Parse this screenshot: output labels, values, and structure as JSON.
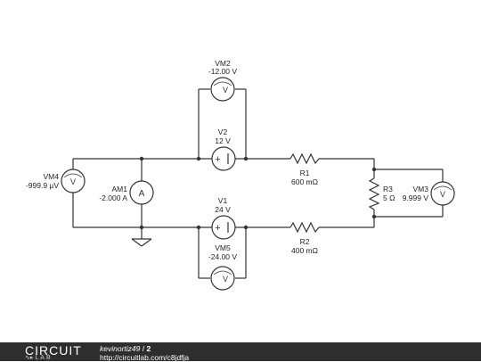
{
  "components": {
    "vm2": {
      "name": "VM2",
      "value": "-12.00 V"
    },
    "v2": {
      "name": "V2",
      "value": "12 V"
    },
    "r1": {
      "name": "R1",
      "value": "600 mΩ"
    },
    "vm4": {
      "name": "VM4",
      "value": "-999.9 µV"
    },
    "am1": {
      "name": "AM1",
      "value": "-2.000 A"
    },
    "r3": {
      "name": "R3",
      "value": "5 Ω"
    },
    "vm3": {
      "name": "VM3",
      "value": "9.999 V"
    },
    "v1": {
      "name": "V1",
      "value": "24 V"
    },
    "r2": {
      "name": "R2",
      "value": "400 mΩ"
    },
    "vm5": {
      "name": "VM5",
      "value": "-24.00 V"
    }
  },
  "symbols": {
    "voltmeter": "V",
    "ammeter": "A"
  },
  "footer": {
    "logo_top": "CIRCUIT",
    "logo_bottom": "LAB",
    "author": "kevinortiz49",
    "separator": " / ",
    "revision": "2",
    "url": "http://circuitlab.com/c8jdfja"
  }
}
